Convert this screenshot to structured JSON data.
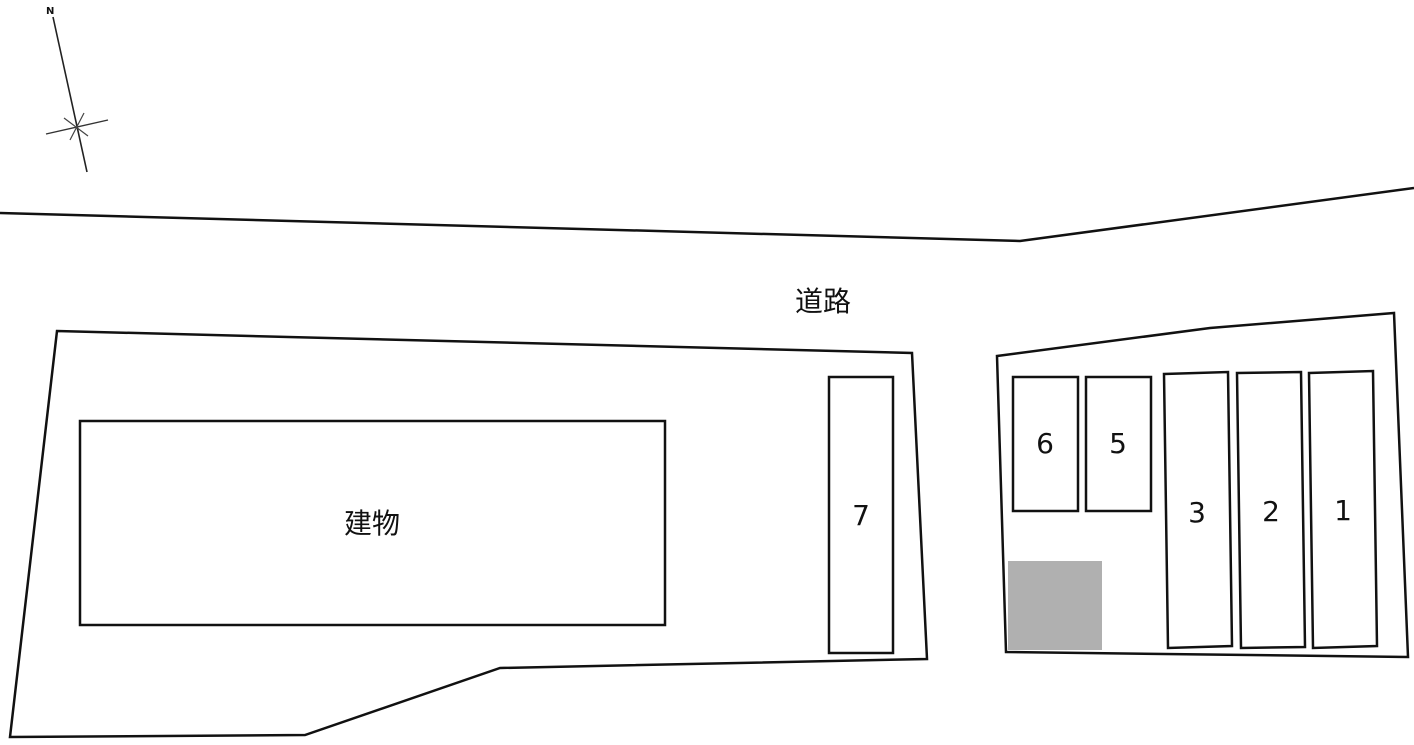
{
  "compass": {
    "north_label": "N",
    "icon": "compass-rose-icon"
  },
  "road": {
    "label": "道路"
  },
  "building": {
    "label": "建物"
  },
  "spaces": [
    {
      "id": "1",
      "label": "1"
    },
    {
      "id": "2",
      "label": "2"
    },
    {
      "id": "3",
      "label": "3"
    },
    {
      "id": "5",
      "label": "5"
    },
    {
      "id": "6",
      "label": "6"
    },
    {
      "id": "7",
      "label": "7"
    }
  ],
  "colors": {
    "line": "#111111",
    "shaded_area": "#b0b0b0"
  }
}
